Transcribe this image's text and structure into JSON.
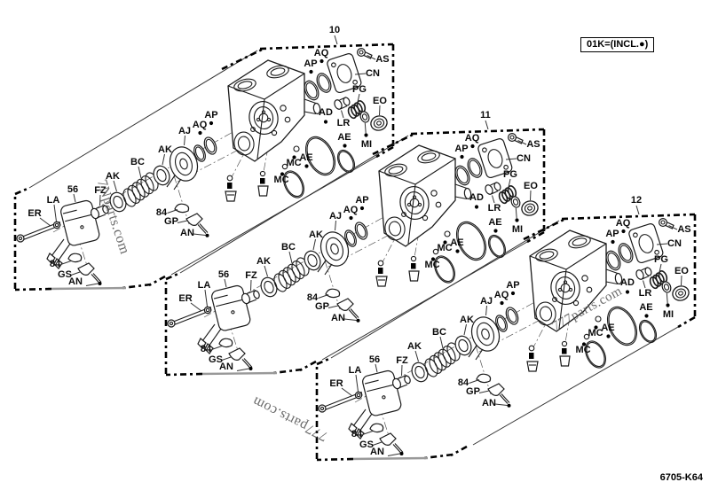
{
  "legend": {
    "text": "01K=(INCL.●)"
  },
  "drawing_code": "6705-K64",
  "watermarks": {
    "left": "7Nparts.com",
    "bottom": "777parts.com",
    "right": "777parts.com"
  },
  "assemblies": [
    {
      "number": "10",
      "labels": [
        "ER",
        "LA",
        "56",
        "FZ",
        "AK",
        "BC",
        "AK",
        "AJ",
        "AQ",
        "AP",
        "AP",
        "AQ",
        "AS",
        "CN",
        "PG",
        "EO",
        "AD",
        "LR",
        "AE",
        "MI",
        "AE",
        "MC",
        "MC",
        "84",
        "GP",
        "AN",
        "84",
        "GS",
        "AN"
      ]
    },
    {
      "number": "11",
      "labels": [
        "ER",
        "LA",
        "56",
        "FZ",
        "AK",
        "BC",
        "AK",
        "AJ",
        "AQ",
        "AP",
        "AP",
        "AQ",
        "AS",
        "CN",
        "PG",
        "EO",
        "AD",
        "LR",
        "AE",
        "MI",
        "AE",
        "MC",
        "MC",
        "84",
        "GP",
        "AN",
        "84",
        "GS",
        "AN"
      ]
    },
    {
      "number": "12",
      "labels": [
        "ER",
        "LA",
        "56",
        "FZ",
        "AK",
        "BC",
        "AK",
        "AJ",
        "AQ",
        "AP",
        "AP",
        "AQ",
        "AS",
        "CN",
        "PG",
        "EO",
        "AD",
        "LR",
        "AE",
        "MI",
        "AE",
        "MC",
        "MC",
        "84",
        "GP",
        "AN",
        "84",
        "GS",
        "AN"
      ]
    }
  ]
}
